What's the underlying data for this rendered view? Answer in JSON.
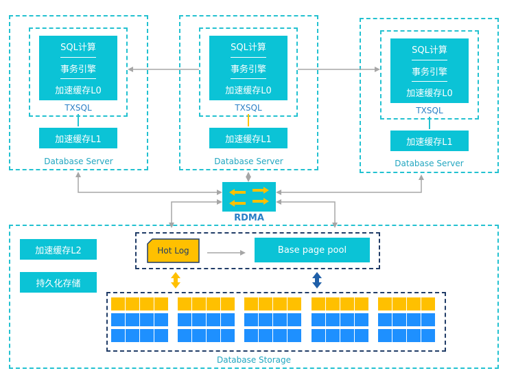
{
  "servers": [
    {
      "rows": [
        "SQL计算",
        "事务引擎",
        "加速缓存L0"
      ],
      "engine_label": "TXSQL",
      "cache_l1": "加速缓存L1",
      "server_label": "Database Server"
    },
    {
      "rows": [
        "SQL计算",
        "事务引擎",
        "加速缓存L0"
      ],
      "engine_label": "TXSQL",
      "cache_l1": "加速缓存L1",
      "server_label": "Database Server"
    },
    {
      "rows": [
        "SQL计算",
        "事务引擎",
        "加速缓存L0"
      ],
      "engine_label": "TXSQL",
      "cache_l1": "加速缓存L1",
      "server_label": "Database Server"
    }
  ],
  "rdma": {
    "label": "RDMA"
  },
  "storage": {
    "cache_l2": "加速缓存L2",
    "persistent": "持久化存储",
    "hot_log": "Hot Log",
    "base_page_pool": "Base page pool",
    "label": "Database Storage"
  },
  "colors": {
    "teal": "#0bc3d6",
    "teal_border": "#22c1d0",
    "navy": "#1f3b66",
    "yellow": "#ffc000",
    "blue": "#1e90ff",
    "arrow_gray": "#a6a6a6"
  }
}
